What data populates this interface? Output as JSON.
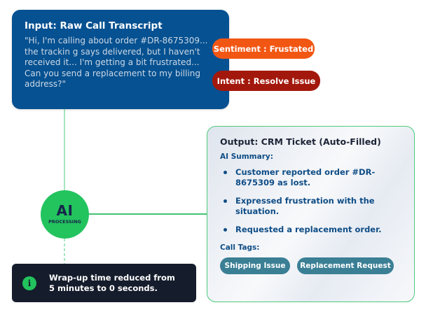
{
  "colors": {
    "transcript_bg": "#055191",
    "sentiment_pill": "#f25613",
    "intent_pill": "#a3180c",
    "ai_circle": "#23c35e",
    "banner_bg": "#151c2b",
    "crm_border": "#4cca7c",
    "tag_bg": "#3b7f95",
    "text_blue": "#0f4d86"
  },
  "input": {
    "title": "Input: Raw Call Transcript",
    "transcript": "\"Hi, I'm calling about order #DR-8675309... the trackin g says delivered, but I haven't received it... I'm getting a bit frustrated... Can you send a replacement to my billing address?\""
  },
  "analysis": {
    "sentiment": "Sentiment : Frustated",
    "intent": "Intent : Resolve Issue"
  },
  "processor": {
    "big": "AI",
    "small": "PROCESSING"
  },
  "banner": {
    "icon": "info-icon",
    "icon_glyph": "i",
    "line1": "Wrap-up time reduced from",
    "line2": "5 minutes to 0 seconds."
  },
  "output": {
    "title": "Output: CRM Ticket (Auto-Filled)",
    "summary_label": "AI Summary:",
    "summary_items": [
      "Customer reported order #DR-8675309 as lost.",
      "Expressed frustration with the situation.",
      "Requested a replacement order."
    ],
    "tags_label": "Call Tags:",
    "tags": [
      "Shipping Issue",
      "Replacement Request"
    ]
  }
}
